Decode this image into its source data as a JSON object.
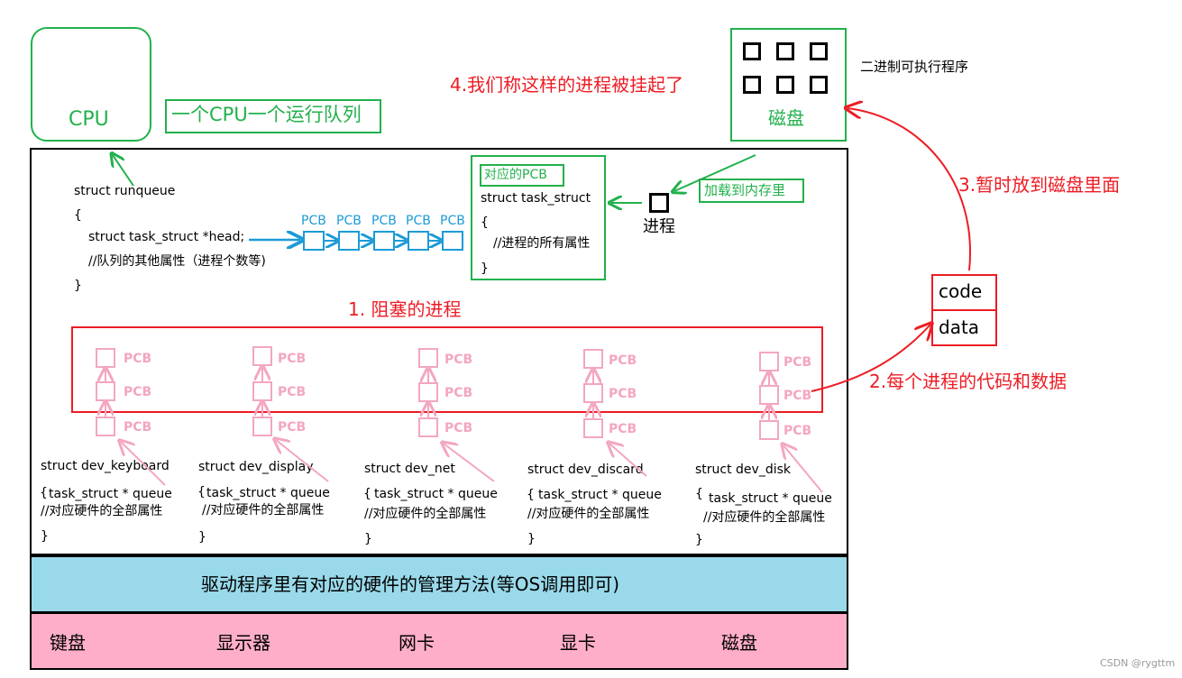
{
  "cpu": {
    "label": "CPU",
    "note": "一个CPU一个运行队列"
  },
  "runqueue": {
    "lines": [
      "struct runqueue",
      "{",
      "struct task_struct *head;",
      "//队列的其他属性（进程个数等)",
      "}"
    ],
    "pcb_labels": [
      "PCB",
      "PCB",
      "PCB",
      "PCB",
      "PCB"
    ]
  },
  "pcb_box": {
    "title": "对应的PCB",
    "lines": [
      "struct task_struct",
      "{",
      "//进程的所有属性",
      "}"
    ]
  },
  "process": {
    "label": "进程",
    "load_label": "加载到内存里"
  },
  "disk": {
    "label": "磁盘",
    "caption": "二进制可执行程序"
  },
  "annotations": {
    "blocked": "1. 阻塞的进程",
    "code_data": "2.每个进程的代码和数据",
    "temp_disk": "3.暂时放到磁盘里面",
    "suspended": "4.我们称这样的进程被挂起了"
  },
  "code_data_box": {
    "code": "code",
    "data": "data"
  },
  "devices": [
    {
      "struct": "struct dev_keyboard",
      "brace": "{",
      "queue": "task_struct * queue",
      "comment": "//对应硬件的全部属性",
      "close": "}",
      "pcbs": [
        "PCB",
        "PCB",
        "PCB"
      ]
    },
    {
      "struct": "struct  dev_display",
      "brace": "{",
      "queue": "task_struct * queue",
      "comment": "//对应硬件的全部属性",
      "close": "}",
      "pcbs": [
        "PCB",
        "PCB",
        "PCB"
      ]
    },
    {
      "struct": "struct   dev_net",
      "brace": "{",
      "queue": "task_struct * queue",
      "comment": "//对应硬件的全部属性",
      "close": "}",
      "pcbs": [
        "PCB",
        "PCB",
        "PCB"
      ]
    },
    {
      "struct": "struct  dev_discard",
      "brace": "{",
      "queue": "task_struct * queue",
      "comment": "//对应硬件的全部属性",
      "close": "}",
      "pcbs": [
        "PCB",
        "PCB",
        "PCB"
      ]
    },
    {
      "struct": "struct    dev_disk",
      "brace": "{",
      "queue": "task_struct * queue",
      "comment": "//对应硬件的全部属性",
      "close": "}",
      "pcbs": [
        "PCB",
        "PCB",
        "PCB"
      ]
    }
  ],
  "driver_bar": "驱动程序里有对应的硬件的管理方法(等OS调用即可)",
  "hardware": [
    "键盘",
    "显示器",
    "网卡",
    "显卡",
    "磁盘"
  ],
  "watermark": "CSDN @rygttm",
  "colors": {
    "green": "#22b14c",
    "red": "#ed1c24",
    "blue": "#1c9bd6",
    "pink": "#f3a6c1",
    "driver_bg": "#99d9ea",
    "hardware_bg": "#ffaec9"
  }
}
